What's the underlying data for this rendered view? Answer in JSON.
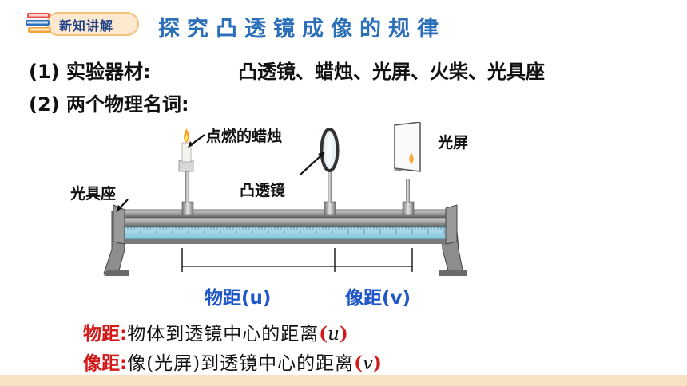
{
  "header": {
    "badge_label": "新知讲解",
    "title": "探究凸透镜成像的规律"
  },
  "lines": {
    "line1_prefix": "(1) 实验器材:",
    "line1_materials": "凸透镜、蜡烛、光屏、火柴、光具座",
    "line2": "(2) 两个物理名词:"
  },
  "diagram": {
    "candle_label": "点燃的蜡烛",
    "lens_label": "凸透镜",
    "screen_label": "光屏",
    "bench_label": "光具座",
    "object_distance_label": "物距(u)",
    "image_distance_label": "像距(v)"
  },
  "definitions": {
    "object_term": "物距:",
    "object_text": "物体到透镜中心的距离",
    "object_paren_open": "(",
    "object_symbol": "u",
    "object_paren_close": ")",
    "image_term": "像距:",
    "image_text": "像(光屏)到透镜中心的距离",
    "image_paren_open": "(",
    "image_symbol": "v",
    "image_paren_close": ")"
  },
  "colors": {
    "title": "#2a6fb8",
    "distance_labels": "#1f57c8",
    "definition_terms": "#d11a1a",
    "badge_fill": "#fce9d0",
    "footer": "#f7e2c3"
  }
}
